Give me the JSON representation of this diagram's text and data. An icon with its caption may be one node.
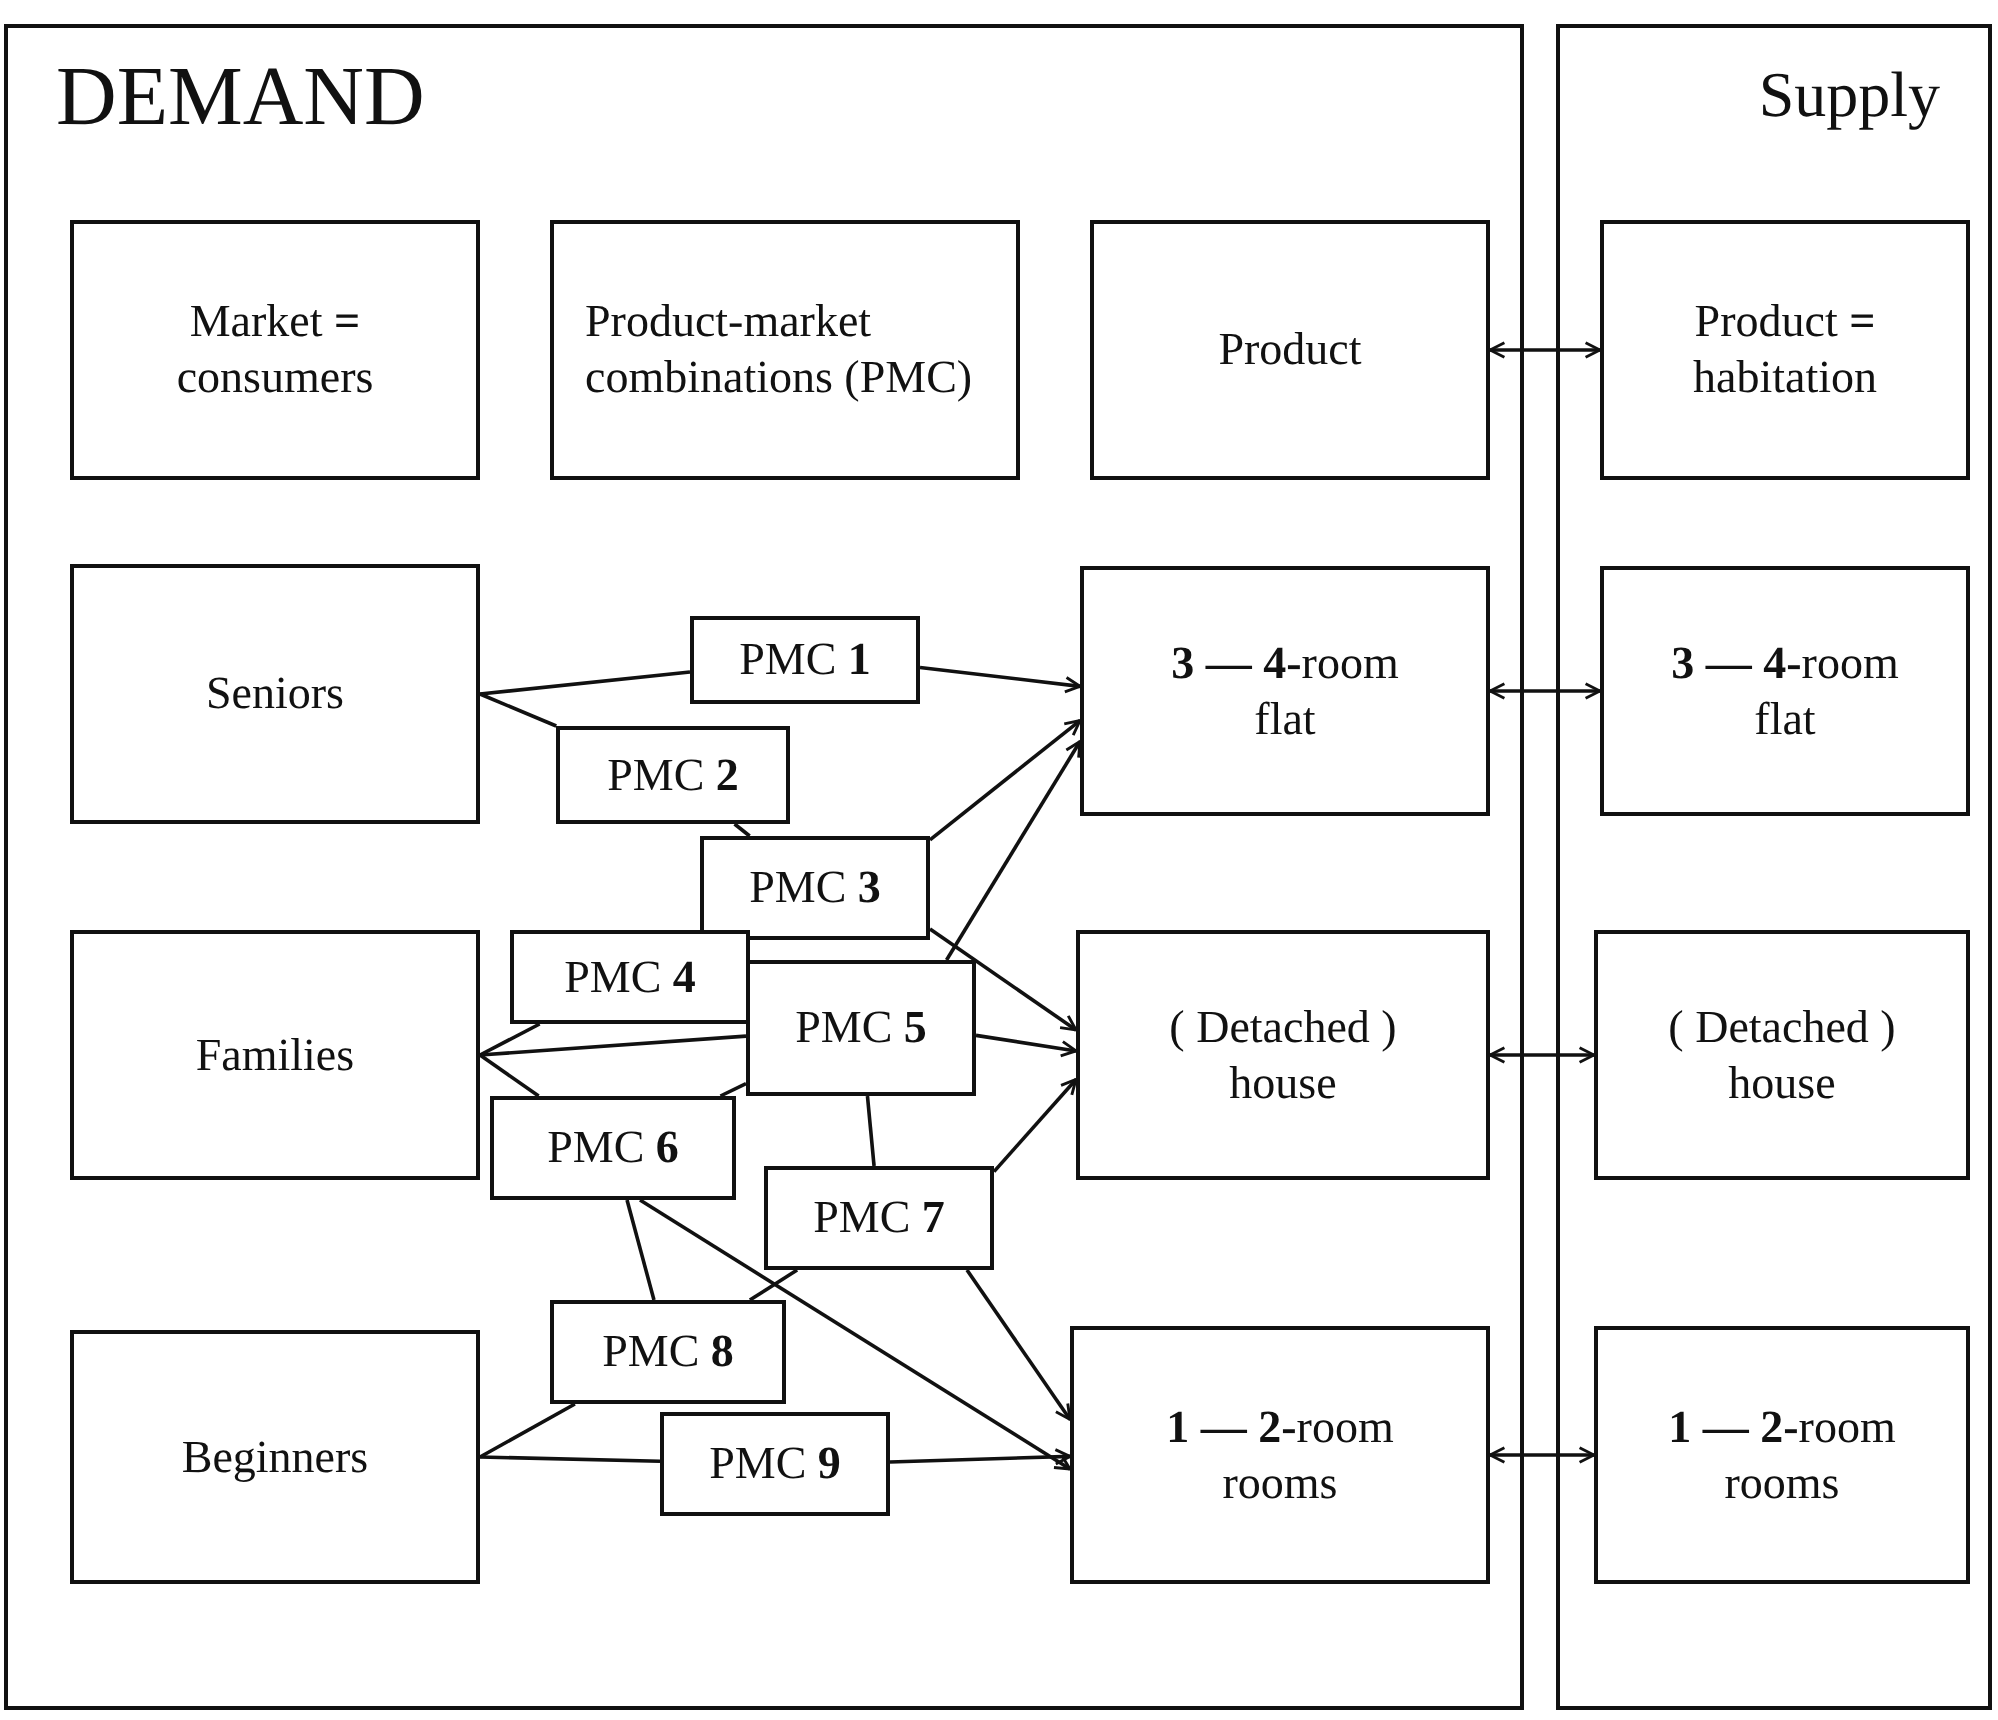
{
  "diagram": {
    "nodes": [
      {
        "text": [
          "DEMAND"
        ]
      },
      {
        "text": [
          "Supply"
        ]
      },
      {
        "text": [
          "Market **=** consumers"
        ],
        "in": 0
      },
      {
        "text": [
          "Product-market combinations (PMC)"
        ],
        "in": 0
      },
      {
        "text": [
          "Product"
        ],
        "in": 0
      },
      {
        "text": [
          "Product **=** habitation"
        ],
        "in": 1
      },
      {
        "text": [
          "Seniors"
        ],
        "in": 0
      },
      {
        "text": [
          "PMC **1**"
        ],
        "in": 0
      },
      {
        "text": [
          "PMC **2**"
        ],
        "in": 0
      },
      {
        "text": [
          "PMC **3**"
        ],
        "in": 0
      },
      {
        "text": [
          "**3 — 4-**room flat"
        ],
        "in": 0
      },
      {
        "text": [
          "**3 — 4-**room flat"
        ],
        "in": 1
      },
      {
        "text": [
          "PMC **4**"
        ],
        "in": 0
      },
      {
        "text": [
          "Families"
        ],
        "in": 0
      },
      {
        "text": [
          "PMC **5**"
        ],
        "in": 0
      },
      {
        "text": [
          "( Detached ) house"
        ],
        "in": 0
      },
      {
        "text": [
          "( Detached ) house"
        ],
        "in": 1
      },
      {
        "text": [
          "PMC **6**"
        ],
        "in": 0
      },
      {
        "text": [
          "PMC **7**"
        ],
        "in": 0
      },
      {
        "text": [
          "PMC **8**"
        ],
        "in": 0
      },
      {
        "text": [
          "Beginners"
        ],
        "in": 0
      },
      {
        "text": [
          "PMC **9**"
        ],
        "in": 0
      },
      {
        "text": [
          "**1 — 2-**room rooms"
        ],
        "in": 0
      },
      {
        "text": [
          "**1 — 2-**room rooms"
        ],
        "in": 1
      }
    ],
    "edges": [
      {
        "from": 4,
        "to": 5,
        "arrow": "both"
      },
      {
        "from": 6,
        "to": 7,
        "arrow": "none"
      },
      {
        "from": 7,
        "to": 10,
        "arrow": "to"
      },
      {
        "from": 6,
        "to": 8,
        "arrow": "none"
      },
      {
        "from": 8,
        "to": 9,
        "arrow": "none"
      },
      {
        "from": 9,
        "to": 10,
        "arrow": "to"
      },
      {
        "from": 9,
        "to": 15,
        "arrow": "to"
      },
      {
        "from": 10,
        "to": 11,
        "arrow": "both"
      },
      {
        "from": 13,
        "to": 12,
        "arrow": "none"
      },
      {
        "from": 13,
        "to": 14,
        "arrow": "none"
      },
      {
        "from": 13,
        "to": 17,
        "arrow": "none"
      },
      {
        "from": 14,
        "to": 10,
        "arrow": "to"
      },
      {
        "from": 14,
        "to": 15,
        "arrow": "to"
      },
      {
        "from": 17,
        "to": 14,
        "arrow": "none"
      },
      {
        "from": 14,
        "to": 18,
        "arrow": "none"
      },
      {
        "from": 18,
        "to": 15,
        "arrow": "to"
      },
      {
        "from": 15,
        "to": 16,
        "arrow": "both"
      },
      {
        "from": 17,
        "to": 19,
        "arrow": "none"
      },
      {
        "from": 17,
        "to": 22,
        "arrow": "to"
      },
      {
        "from": 19,
        "to": 18,
        "arrow": "none"
      },
      {
        "from": 18,
        "to": 22,
        "arrow": "to"
      },
      {
        "from": 20,
        "to": 19,
        "arrow": "none"
      },
      {
        "from": 20,
        "to": 21,
        "arrow": "none"
      },
      {
        "from": 21,
        "to": 22,
        "arrow": "to"
      },
      {
        "from": 22,
        "to": 23,
        "arrow": "both"
      }
    ]
  }
}
